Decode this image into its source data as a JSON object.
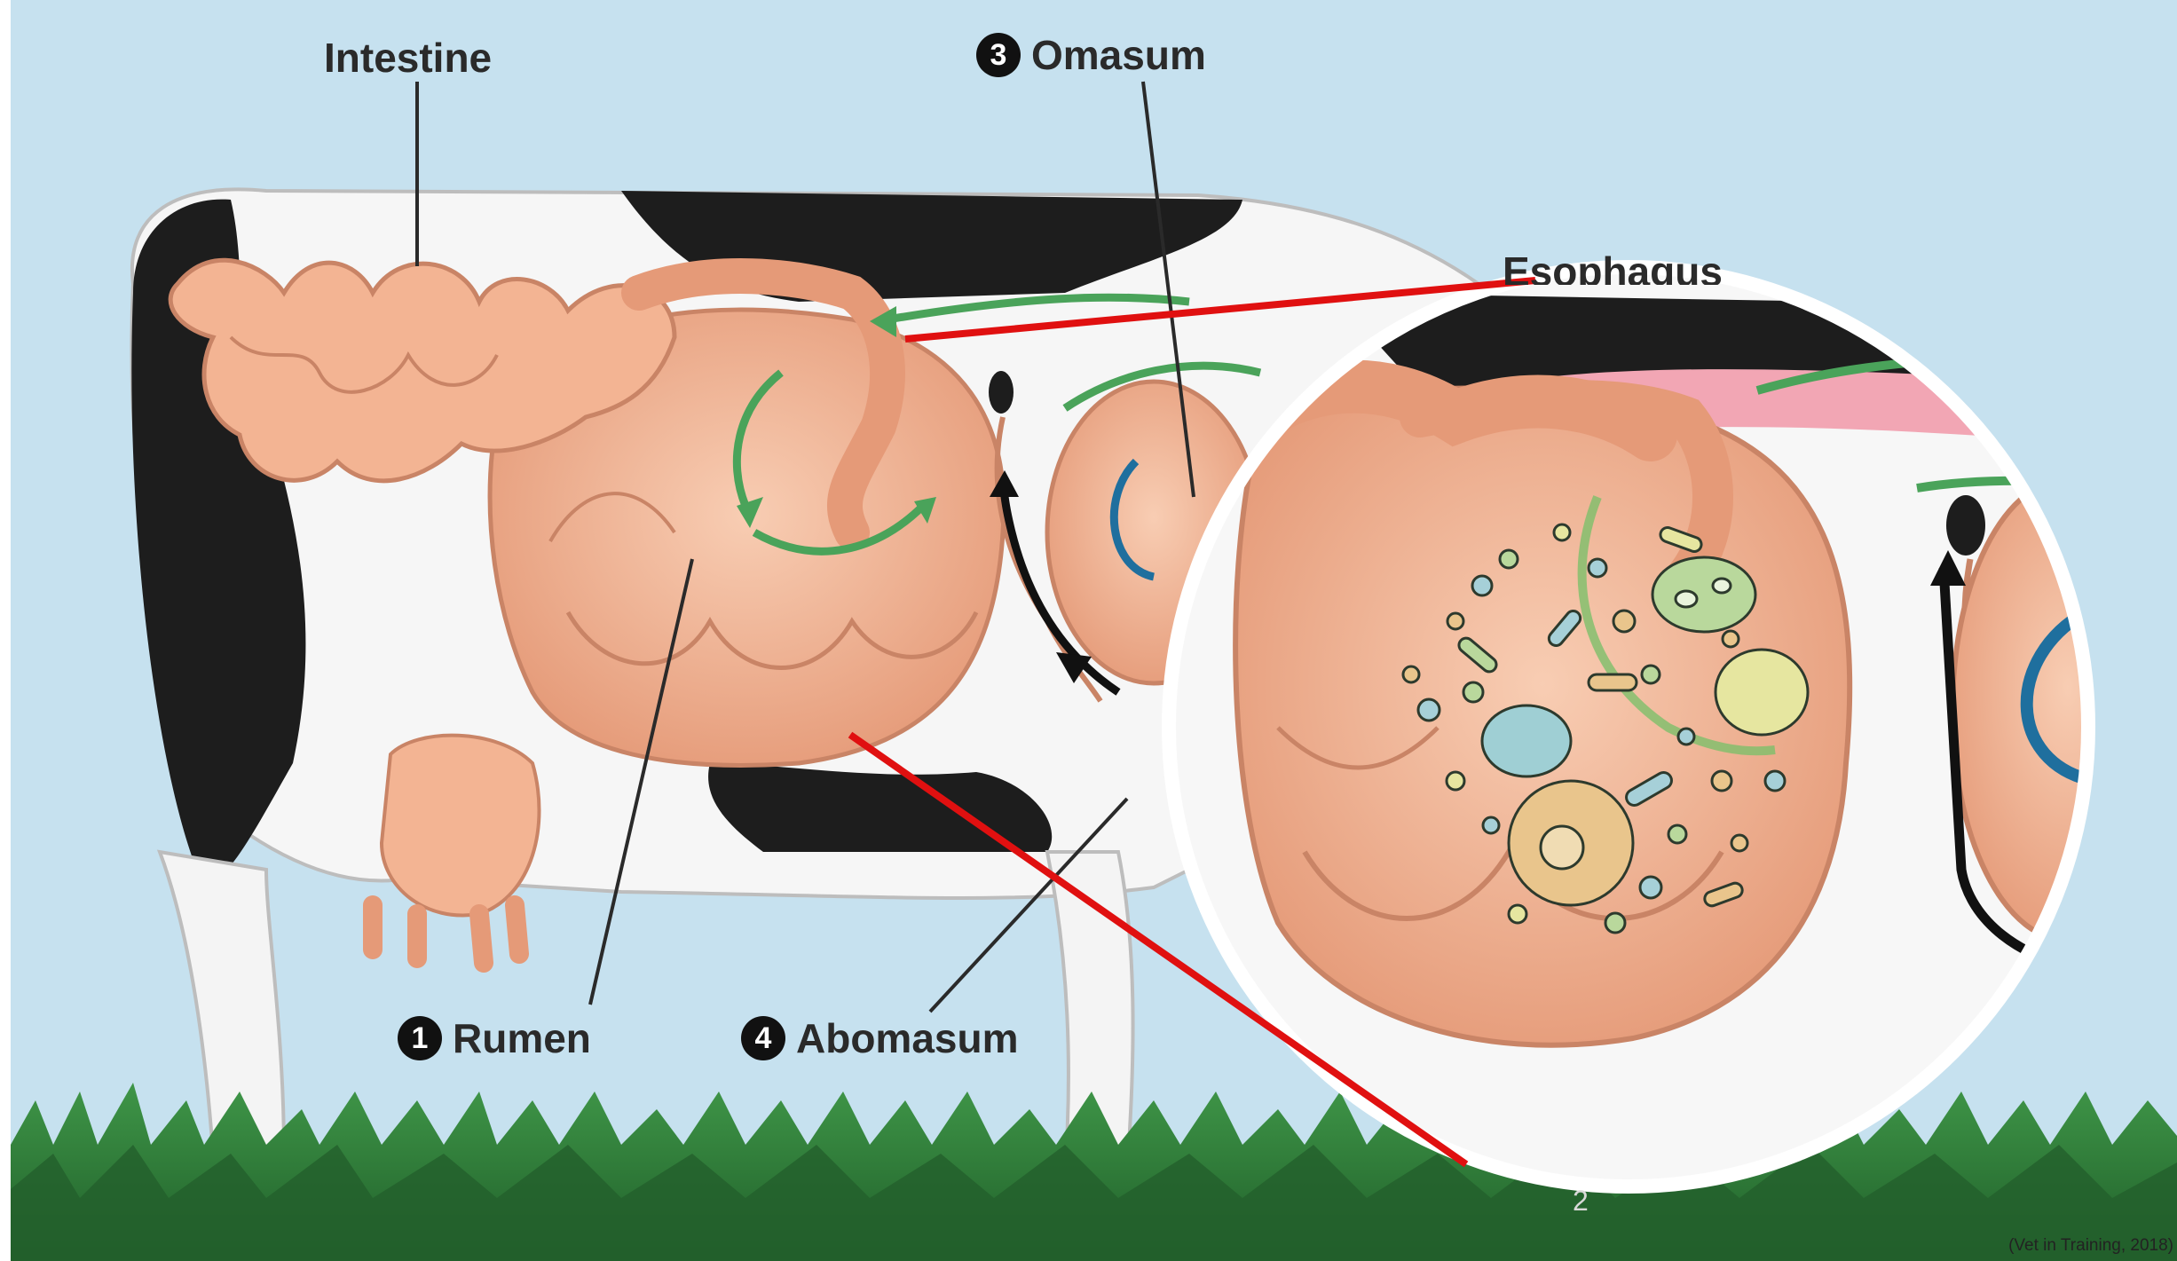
{
  "labels": {
    "intestine": "Intestine",
    "omasum": "Omasum",
    "omasum_num": "3",
    "esophagus": "Esophagus",
    "rumen": "Rumen",
    "rumen_num": "1",
    "abomasum": "Abomasum",
    "abomasum_num": "4"
  },
  "page_number": "2",
  "citation": "(Vet in Training, 2018)",
  "colors": {
    "sky": "#c6e1ef",
    "grass": "#2f7d3a",
    "organ": "#f3b493",
    "organ_dark": "#d98c6d",
    "flow_arrow": "#4aa35a",
    "zoom_line": "#e01010",
    "cow_black": "#1d1d1d"
  }
}
